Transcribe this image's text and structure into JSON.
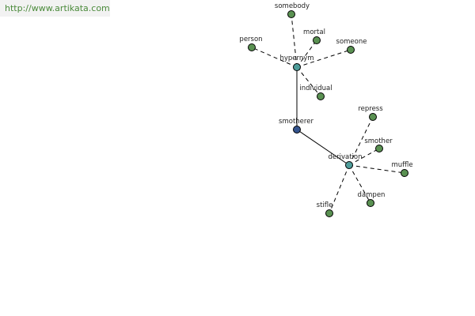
{
  "watermark": {
    "text": "http://www.artikata.com"
  },
  "colors": {
    "word_node": "#5a9152",
    "relation_node": "#4f9d9a",
    "center_node": "#34548e",
    "edge": "#000000",
    "label": "#222222",
    "watermark_text": "#4a8a3a"
  },
  "graph": {
    "center": {
      "id": "smotherer",
      "label": "smotherer",
      "kind": "center"
    },
    "relations": [
      {
        "id": "hypernym",
        "label": "hypernym",
        "kind": "relation"
      },
      {
        "id": "derivation",
        "label": "derivation",
        "kind": "relation"
      }
    ],
    "words": [
      {
        "id": "somebody",
        "label": "somebody",
        "relation": "hypernym"
      },
      {
        "id": "mortal",
        "label": "mortal",
        "relation": "hypernym"
      },
      {
        "id": "person",
        "label": "person",
        "relation": "hypernym"
      },
      {
        "id": "someone",
        "label": "someone",
        "relation": "hypernym"
      },
      {
        "id": "individual",
        "label": "individual",
        "relation": "hypernym"
      },
      {
        "id": "repress",
        "label": "repress",
        "relation": "derivation"
      },
      {
        "id": "smother",
        "label": "smother",
        "relation": "derivation"
      },
      {
        "id": "muffle",
        "label": "muffle",
        "relation": "derivation"
      },
      {
        "id": "dampen",
        "label": "dampen",
        "relation": "derivation"
      },
      {
        "id": "stifle",
        "label": "stifle",
        "relation": "derivation"
      }
    ]
  }
}
